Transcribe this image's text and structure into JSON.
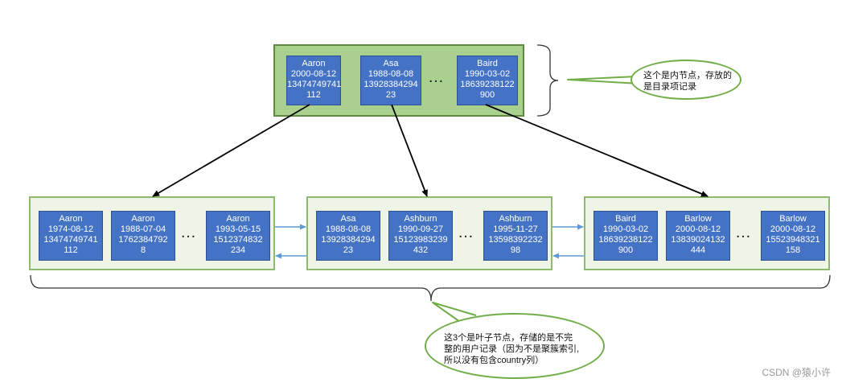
{
  "internal_node": {
    "records": [
      {
        "name": "Aaron",
        "date": "2000-08-12",
        "phone": "13474749741",
        "num": "112"
      },
      {
        "name": "Asa",
        "date": "1988-08-08",
        "phone": "13928384294",
        "num": "23"
      },
      {
        "name": "Baird",
        "date": "1990-03-02",
        "phone": "18639238122",
        "num": "900"
      }
    ],
    "ellipsis": "…"
  },
  "leaf_nodes": [
    {
      "records": [
        {
          "name": "Aaron",
          "date": "1974-08-12",
          "phone": "13474749741",
          "num": "112"
        },
        {
          "name": "Aaron",
          "date": "1988-07-04",
          "phone": "1762384792",
          "num": "8"
        },
        {
          "name": "Aaron",
          "date": "1993-05-15",
          "phone": "1512374832",
          "num": "234"
        }
      ],
      "ellipsis": "…"
    },
    {
      "records": [
        {
          "name": "Asa",
          "date": "1988-08-08",
          "phone": "13928384294",
          "num": "23"
        },
        {
          "name": "Ashburn",
          "date": "1990-09-27",
          "phone": "15123983239",
          "num": "432"
        },
        {
          "name": "Ashburn",
          "date": "1995-11-27",
          "phone": "13598392232",
          "num": "98"
        }
      ],
      "ellipsis": "…"
    },
    {
      "records": [
        {
          "name": "Baird",
          "date": "1990-03-02",
          "phone": "18639238122",
          "num": "900"
        },
        {
          "name": "Barlow",
          "date": "2000-08-12",
          "phone": "13839024132",
          "num": "444"
        },
        {
          "name": "Barlow",
          "date": "2000-08-12",
          "phone": "15523948321",
          "num": "158"
        }
      ],
      "ellipsis": "…"
    }
  ],
  "callouts": {
    "internal": {
      "line1": "这个是内节点，存放的",
      "line2": "是目录项记录"
    },
    "leaf": {
      "line1": "这3个是叶子节点，存储的是不完",
      "line2": "整的用户记录（因为不是聚簇索引,",
      "line3": "所以没有包含country列）"
    }
  },
  "colors": {
    "node_fill": "#a9d08e",
    "leaf_fill": "#eef5e6",
    "record_fill": "#4472c4",
    "bubble_border": "#70ad47",
    "link_arrow": "#5b9bd5"
  },
  "watermark": "CSDN @猿小许"
}
